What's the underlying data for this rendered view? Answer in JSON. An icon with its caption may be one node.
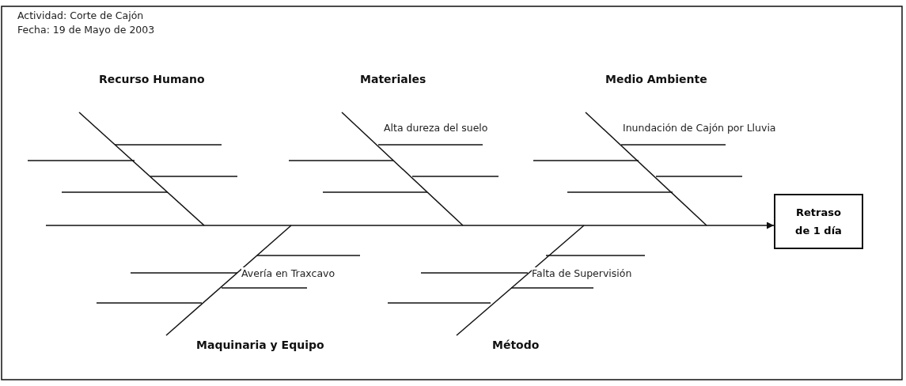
{
  "diagram": {
    "nodes": [
      {
        "text": [
          "Recurso Humano"
        ]
      },
      {
        "text": [
          "Materiales"
        ]
      },
      {
        "text": [
          "Medio Ambiente"
        ]
      },
      {
        "text": [
          "Retraso de 1 día"
        ]
      },
      {
        "text": [
          "Maquinaria y Equipo"
        ]
      },
      {
        "text": [
          "Método"
        ]
      }
    ],
    "edges": [
      {
        "from": null,
        "to": 3,
        "arrow": "to"
      },
      {
        "from": 0,
        "to": null,
        "arrow": "none"
      },
      {
        "from": 1,
        "to": null,
        "arrow": "none"
      },
      {
        "from": 2,
        "to": null,
        "arrow": "none"
      },
      {
        "from": 4,
        "to": null,
        "arrow": "none"
      },
      {
        "from": 5,
        "to": null,
        "arrow": "none"
      }
    ],
    "labels": [
      "Actividad: Corte de Cajón",
      "Fecha: 19 de Mayo de 2003",
      "Alta dureza del suelo",
      "Inundación de Cajón por Lluvia",
      "Avería en Traxcavo",
      "Falta de Supervisión"
    ]
  }
}
